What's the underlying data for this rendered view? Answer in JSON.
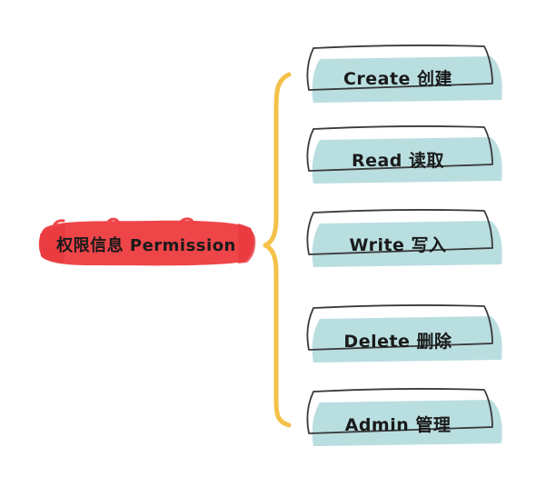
{
  "root": {
    "label": "权限信息 Permission"
  },
  "nodes": [
    {
      "label": "Create 创建"
    },
    {
      "label": "Read 读取"
    },
    {
      "label": "Write 写入"
    },
    {
      "label": "Delete 删除"
    },
    {
      "label": "Admin 管理"
    }
  ],
  "colors": {
    "root_fill": "#ee4549",
    "brace": "#f4c24a",
    "node_shadow": "#b9dee0",
    "node_outline": "#3a3a3a"
  }
}
